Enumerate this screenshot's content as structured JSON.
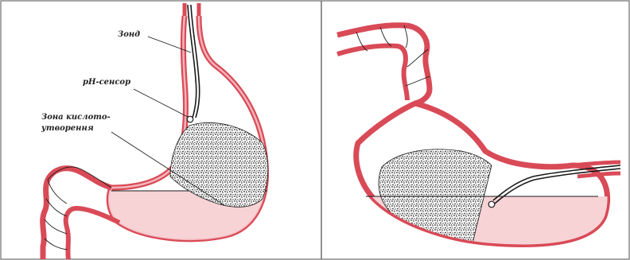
{
  "labels": {
    "probe": "Зонд",
    "ph_sensor": "pH-сенсор",
    "acid_zone_line1": "Зона кислото-",
    "acid_zone_line2": "утворення"
  },
  "colors": {
    "wall_outer": "#d94a57",
    "wall_fill": "#f3b4ba",
    "liquid": "#f7d3d6",
    "stipple": "#2a2a2a",
    "line": "#1a1a1a",
    "frame": "#6f6f6f",
    "background": "#ffffff"
  },
  "icons": {
    "left_panel": "stomach-upright-icon",
    "right_panel": "stomach-lying-icon"
  }
}
